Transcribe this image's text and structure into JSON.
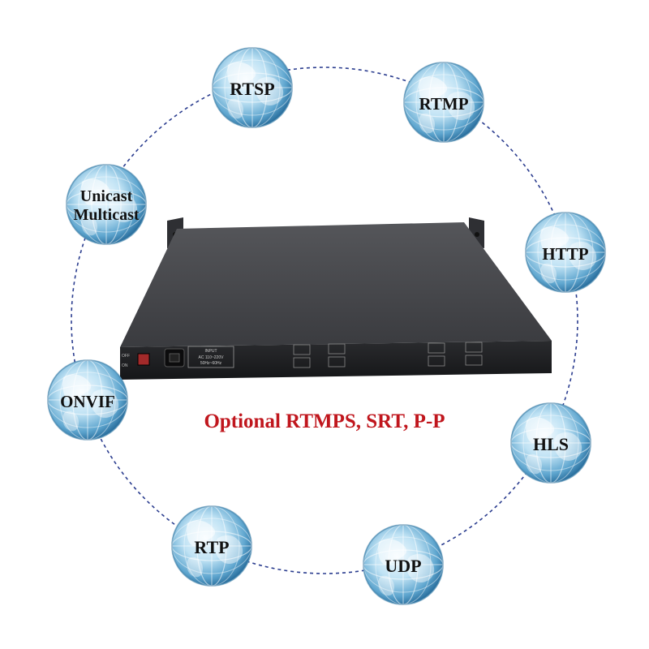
{
  "protocols": [
    {
      "label": "RTSP"
    },
    {
      "label": "RTMP"
    },
    {
      "label": "HTTP"
    },
    {
      "label": "HLS"
    },
    {
      "label": "UDP"
    },
    {
      "label": "RTP"
    },
    {
      "label": "ONVIF"
    },
    {
      "label": "Unicast",
      "label2": "Multicast"
    }
  ],
  "tagline": "Optional RTMPS, SRT, P-P",
  "device": {
    "input_label": "INPUT",
    "input_spec1": "AC 110~220V",
    "input_spec2": "50Hz~60Hz",
    "power_label": "OFF",
    "power_label2": "ON"
  },
  "colors": {
    "tagline": "#c0161d",
    "ring": "#2b3d8f",
    "globe_light": "#eaf6fd",
    "globe_dark": "#2a6f9e",
    "device_top": "#4a4b4f",
    "device_front": "#1e1f22"
  }
}
